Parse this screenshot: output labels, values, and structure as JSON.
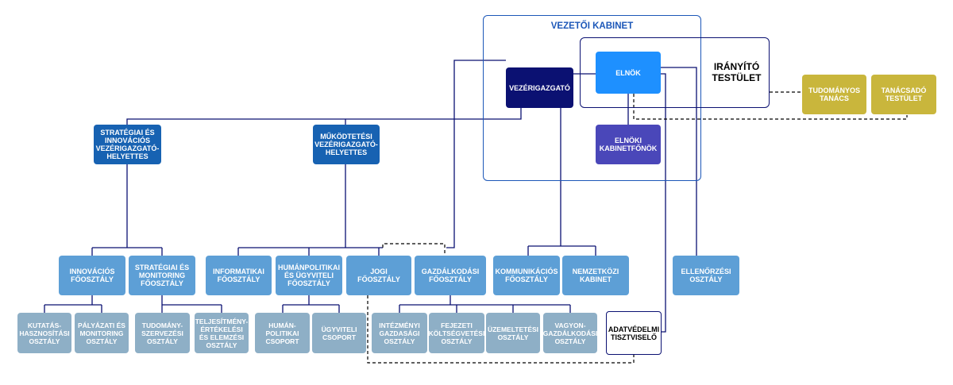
{
  "cabinet_title": "VEZETŐI KABINET",
  "board_title": "IRÁNYÍTÓ\nTESTÜLET",
  "top": {
    "elnok": "ELNÖK",
    "vezerigazgato": "VEZÉRIGAZGATÓ",
    "kabinetfonok": "ELNÖKI\nKABINETFŐNÖK",
    "tudomanyos": "TUDOMÁNYOS\nTANÁCS",
    "tanacsado": "TANÁCSADÓ\nTESTÜLET"
  },
  "deputies": {
    "strategiai": "STRATÉGIAI ÉS\nINNOVÁCIÓS\nVEZÉRIGAZGATÓ-\nHELYETTES",
    "mukodtetesi": "MŰKÖDTETÉSI\nVEZÉRIGAZGATÓ-\nHELYETTES"
  },
  "departments": {
    "innovacios": "INNOVÁCIÓS\nFŐOSZTÁLY",
    "strat_monitoring": "STRATÉGIAI ÉS\nMONITORING\nFŐOSZTÁLY",
    "informatikai": "INFORMATIKAI\nFŐOSZTÁLY",
    "humanpolitikai": "HUMÁNPOLITIKAI\nÉS ÜGYVITELI\nFŐOSZTÁLY",
    "jogi": "JOGI\nFŐOSZTÁLY",
    "gazdalkodasi": "GAZDÁLKODÁSI\nFŐOSZTÁLY",
    "kommunikacios": "KOMMUNIKÁCIÓS\nFŐOSZTÁLY",
    "nemzetkozi": "NEMZETKÖZI\nKABINET",
    "ellenorzesi": "ELLENŐRZÉSI\nOSZTÁLY"
  },
  "units": {
    "kutatas": "KUTATÁS-\nHASZNOSÍTÁSI\nOSZTÁLY",
    "palyazati": "PÁLYÁZATI ÉS\nMONITORING\nOSZTÁLY",
    "tudomany": "TUDOMÁNY-\nSZERVEZÉSI\nOSZTÁLY",
    "teljesitmeny": "TELJESÍTMÉNY-\nÉRTÉKELÉSI\nÉS ELEMZÉSI\nOSZTÁLY",
    "human_csoport": "HUMÁN-\nPOLITIKAI\nCSOPORT",
    "ugyviteli": "ÜGYVITELI\nCSOPORT",
    "intezmenyi": "INTÉZMÉNYI\nGAZDASÁGI\nOSZTÁLY",
    "fejezeti": "FEJEZETI\nKÖLTSÉGVETÉSI\nOSZTÁLY",
    "uzemeltetesi": "ÜZEMELTETÉSI\nOSZTÁLY",
    "vagyon": "VAGYON-\nGAZDÁLKODÁSI\nOSZTÁLY",
    "adatvedelmi": "ADATVÉDELMI\nTISZTVISELŐ"
  },
  "colors": {
    "navy": "#0b1172",
    "bright_blue": "#1e90ff",
    "purple": "#4a47b9",
    "deputy_blue": "#1762b2",
    "department_blue": "#5d9fd6",
    "unit_grey": "#8eafc6",
    "gold": "#c9b63c",
    "cabinet_border": "#1c57b8"
  }
}
